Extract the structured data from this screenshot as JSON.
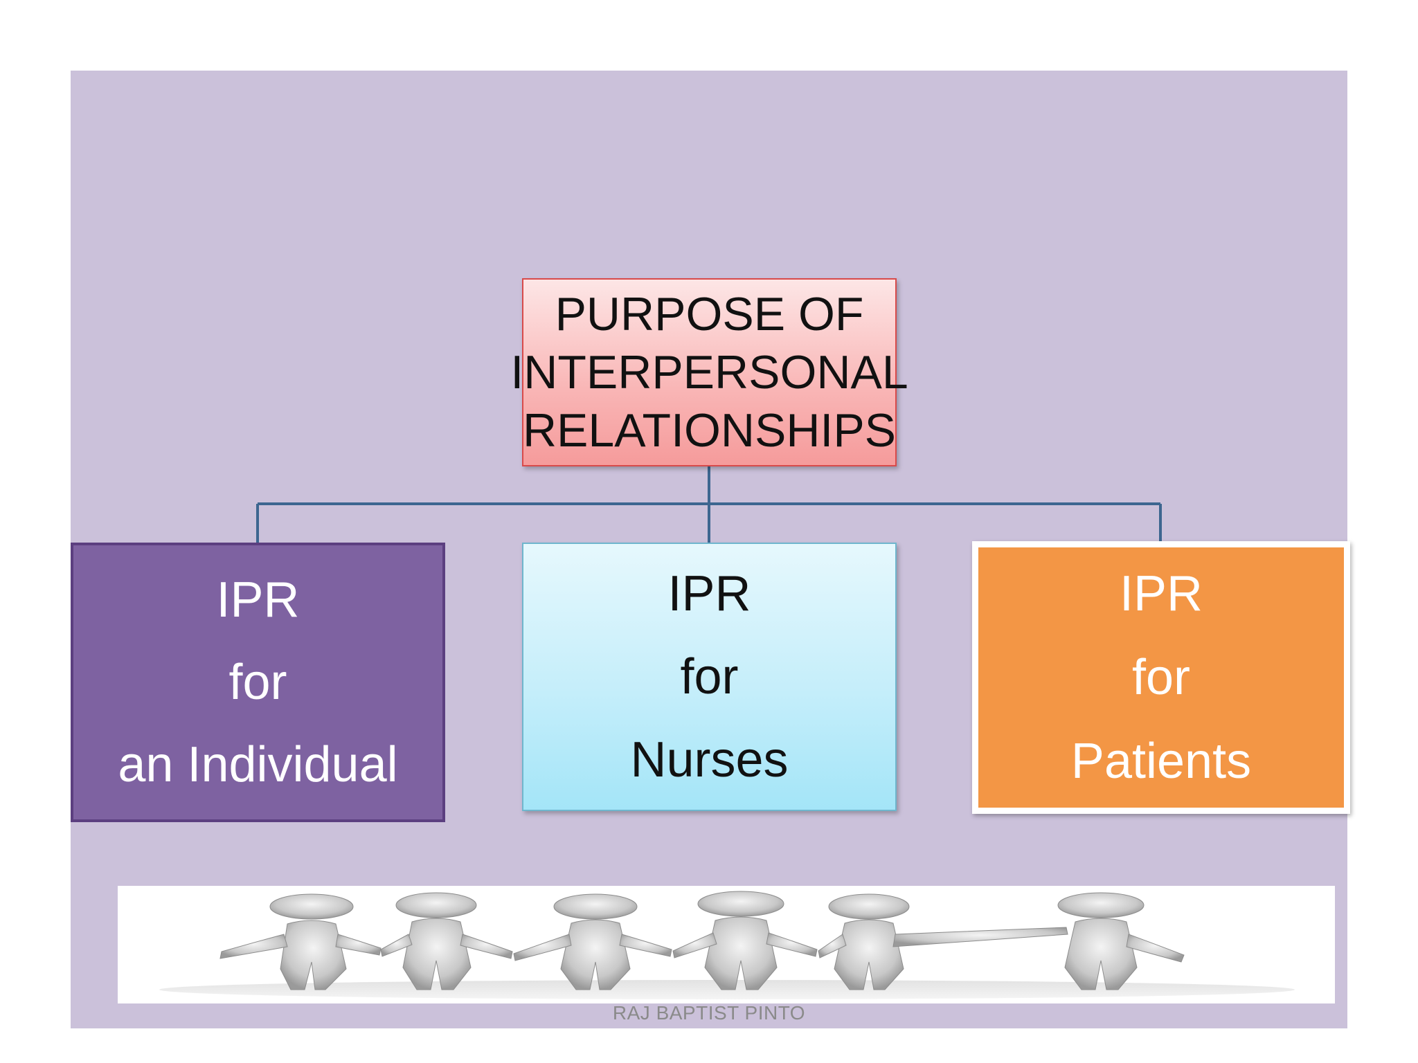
{
  "root": {
    "lines": [
      "PURPOSE OF",
      "INTERPERSONAL",
      "RELATIONSHIPS"
    ]
  },
  "children": [
    {
      "lines": [
        "IPR",
        "for",
        "an Individual"
      ],
      "color": "#7e62a1"
    },
    {
      "lines": [
        "IPR",
        "for",
        "Nurses"
      ],
      "color": "#b8ebf9"
    },
    {
      "lines": [
        "IPR",
        "for",
        "Patients"
      ],
      "color": "#f39645"
    }
  ],
  "colors": {
    "background_panel": "#cbc1da",
    "connector": "#3d6690",
    "root_fill": "#f9b5b5"
  },
  "image": {
    "description_icon": "people-holding-hands-icon"
  },
  "footer": {
    "text": "RAJ BAPTIST PINTO"
  }
}
